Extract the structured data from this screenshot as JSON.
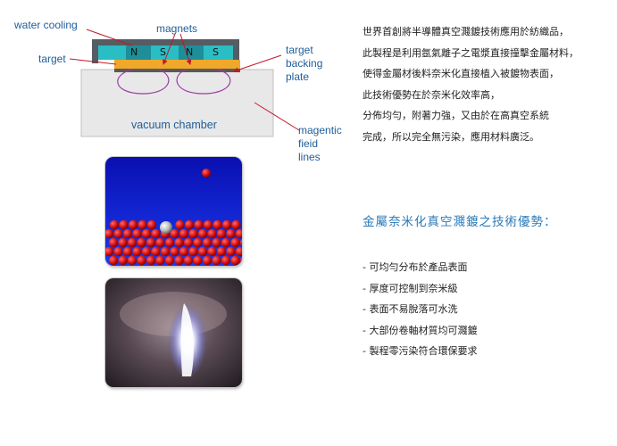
{
  "diagram": {
    "labels": {
      "water_cooling": "water cooling",
      "magnets": "magnets",
      "target": "target",
      "target_backing_plate": [
        "target",
        "backing",
        "plate"
      ],
      "magnetic_field_lines": [
        "magentic",
        "fieid",
        "lines"
      ],
      "vacuum_chamber": "vacuum chamber"
    },
    "poles": [
      "N",
      "S",
      "N",
      "S"
    ],
    "colors": {
      "label": "#1f5d9a",
      "pointer": "#c0182a",
      "field_lines": "#a03aa8",
      "magnet": "#2bbdc4",
      "target": "#f0a82a",
      "chamber": "#e8e8e8"
    }
  },
  "photos": [
    {
      "name": "sputter-simulation-photo"
    },
    {
      "name": "plasma-glow-photo"
    }
  ],
  "intro_lines": [
    "世界首創將半導體真空濺鍍技術應用於紡織品，",
    "此製程是利用氬氣離子之電漿直接撞擊金屬材料，",
    "使得金屬材後料奈米化直接植入被鍍物表面，",
    "此技術優勢在於奈米化效率高，",
    "分佈均勻，附著力強，又由於在高真空系統",
    "完成，所以完全無污染，應用材料廣泛。"
  ],
  "advantages_heading": "金屬奈米化真空濺鍍之技術優勢：",
  "advantages": [
    "- 可均勻分布於產品表面",
    "- 厚度可控制到奈米級",
    "- 表面不易脫落可水洗",
    "- 大部份卷軸材質均可濺鍍",
    "- 製程零污染符合環保要求"
  ]
}
